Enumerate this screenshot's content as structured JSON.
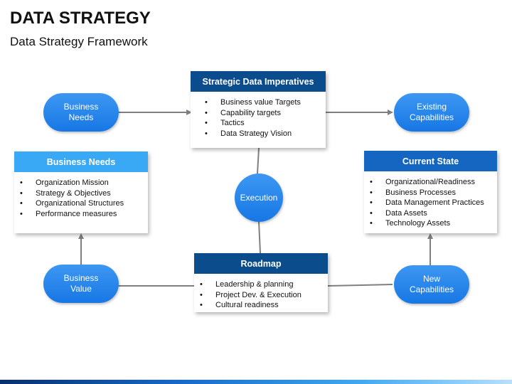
{
  "header": {
    "title": "DATA STRATEGY",
    "subtitle": "Data Strategy Framework"
  },
  "colors": {
    "pill_blue": "#1f82eb",
    "navy_header": "#0b4d8c",
    "light_blue_header": "#3aa9f5",
    "mid_blue_header": "#1466c0",
    "connector": "#7f7f7f"
  },
  "pills": {
    "business_needs": "Business\nNeeds",
    "existing_capabilities": "Existing\nCapabilities",
    "business_value": "Business\nValue",
    "new_capabilities": "New\nCapabilities",
    "execution": "Execution"
  },
  "cards": {
    "strategic": {
      "title": "Strategic Data Imperatives",
      "items": [
        "Business value Targets",
        "Capability targets",
        "Tactics",
        "Data Strategy Vision"
      ]
    },
    "business_needs": {
      "title": "Business Needs",
      "items": [
        "Organization Mission",
        "Strategy  & Objectives",
        "Organizational Structures",
        "Performance measures"
      ]
    },
    "current_state": {
      "title": "Current State",
      "items": [
        "Organizational/Readiness",
        "Business Processes",
        "Data Management Practices",
        "Data Assets",
        "Technology Assets"
      ]
    },
    "roadmap": {
      "title": "Roadmap",
      "items": [
        "Leadership & planning",
        "Project Dev. & Execution",
        "Cultural readiness"
      ]
    }
  }
}
